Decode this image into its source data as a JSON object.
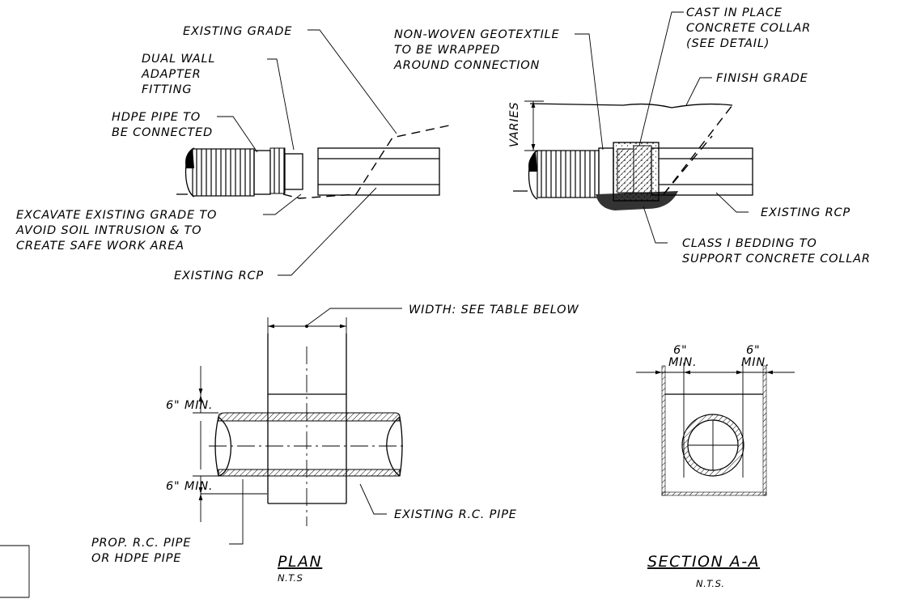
{
  "callouts_top_left": {
    "existing_grade": "EXISTING GRADE",
    "dual_wall": [
      "DUAL WALL",
      "ADAPTER",
      "FITTING"
    ],
    "hdpe_pipe": [
      "HDPE PIPE TO",
      "BE CONNECTED"
    ],
    "excavate": [
      "EXCAVATE EXISTING GRADE TO",
      "AVOID SOIL INTRUSION & TO",
      "CREATE SAFE WORK AREA"
    ],
    "existing_rcp": "EXISTING RCP"
  },
  "callouts_top_right": {
    "geotextile": [
      "NON-WOVEN GEOTEXTILE",
      "TO BE WRAPPED",
      "AROUND CONNECTION"
    ],
    "collar": [
      "CAST IN PLACE",
      "CONCRETE COLLAR",
      "(SEE DETAIL)"
    ],
    "finish_grade": "FINISH GRADE",
    "varies": "VARIES",
    "existing_rcp": "EXISTING RCP",
    "bedding": [
      "CLASS I BEDDING TO",
      "SUPPORT CONCRETE COLLAR"
    ]
  },
  "plan": {
    "width_note": "WIDTH: SEE TABLE BELOW",
    "min_top": "6\" MIN.",
    "min_bottom": "6\" MIN.",
    "existing_pipe": "EXISTING R.C. PIPE",
    "prop_pipe": [
      "PROP. R.C. PIPE",
      "OR HDPE PIPE"
    ],
    "title": "PLAN",
    "scale": "N.T.S"
  },
  "section": {
    "min_left": [
      "6\"",
      "MIN."
    ],
    "min_right": [
      "6\"",
      "MIN."
    ],
    "title": "SECTION A-A",
    "scale": "N.T.S."
  }
}
